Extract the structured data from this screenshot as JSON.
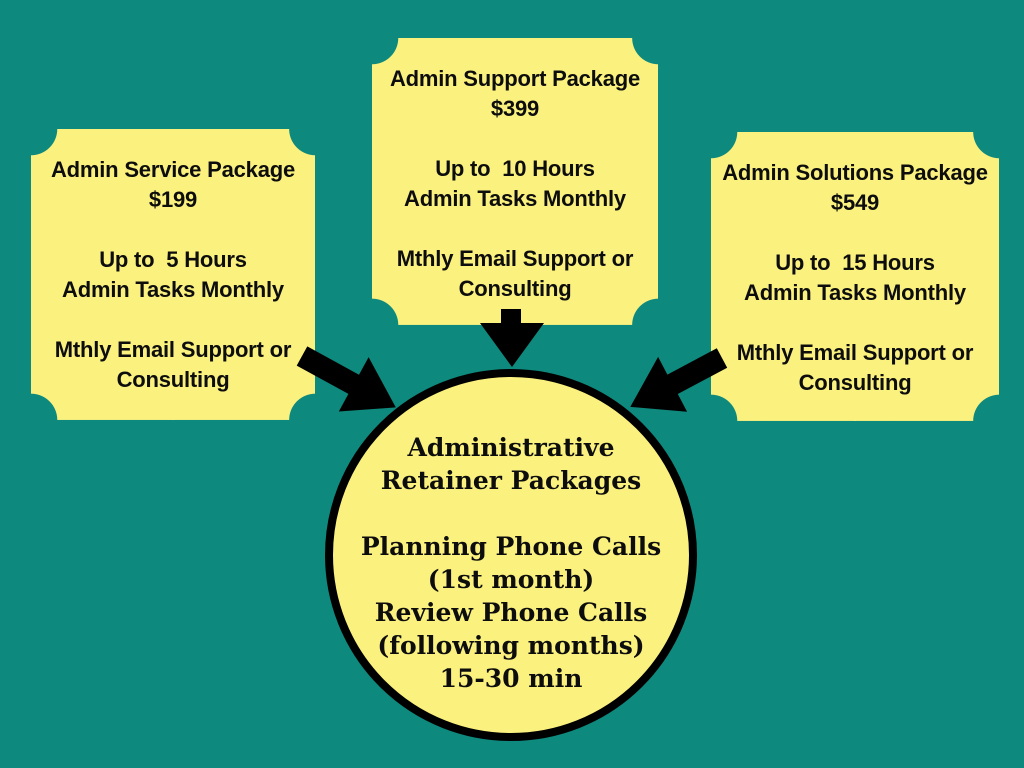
{
  "colors": {
    "background": "#0E897D",
    "card": "#FAF17F",
    "text": "#0D0D0D",
    "arrow": "#000000",
    "circle_border": "#000000"
  },
  "packages": [
    {
      "title": "Admin Service Package",
      "price": "$199",
      "hours": "Up to  5 Hours",
      "tasks": "Admin Tasks Monthly",
      "support_1": "Mthly Email Support or",
      "support_2": "Consulting"
    },
    {
      "title": "Admin Support Package",
      "price": "$399",
      "hours": "Up to  10 Hours",
      "tasks": "Admin Tasks Monthly",
      "support_1": "Mthly Email Support or",
      "support_2": "Consulting"
    },
    {
      "title": "Admin Solutions Package",
      "price": "$549",
      "hours": "Up to  15 Hours",
      "tasks": "Admin Tasks Monthly",
      "support_1": "Mthly Email Support or",
      "support_2": "Consulting"
    }
  ],
  "center": {
    "heading_1": "Administrative",
    "heading_2": "Retainer Packages",
    "detail_1": "Planning Phone Calls",
    "detail_2": "(1st month)",
    "detail_3": "Review Phone Calls",
    "detail_4": "(following months)",
    "detail_5": "15-30 min"
  }
}
